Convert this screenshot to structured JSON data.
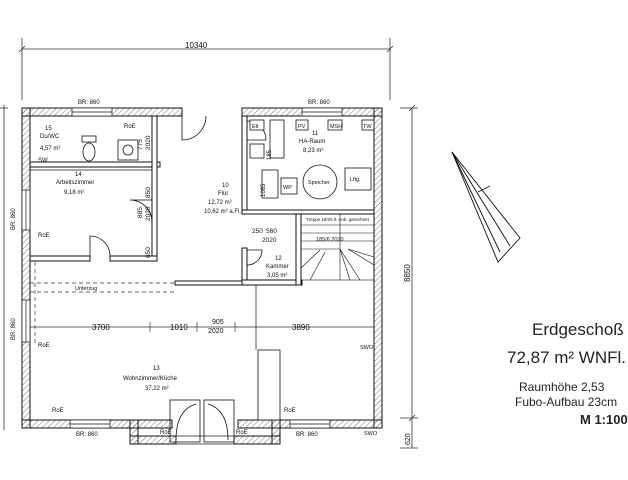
{
  "plan": {
    "overall_width": "10340",
    "overall_height": "8850",
    "bottom_offset": "620",
    "rooms": {
      "dusche": {
        "num": "15",
        "name": "Du/WC",
        "area": "4,57 m²"
      },
      "arbeit": {
        "num": "14",
        "name": "Arbeitszimmer",
        "area": "9,18 m²"
      },
      "flur": {
        "num": "10",
        "name": "Flur",
        "area": "12,72 m²",
        "area2": "10,62 m² a.Fl."
      },
      "hwr": {
        "num": "11",
        "name": "HA-Raum",
        "area": "8,23 m²"
      },
      "kammer": {
        "num": "12",
        "name": "Kammer",
        "area": "3,05 m²"
      },
      "wohnen": {
        "num": "13",
        "name": "Wohnzimmer/Küche",
        "area": "37,22 m²"
      }
    },
    "labels": {
      "br860": "BR: 860",
      "roe": "RoE",
      "elt": "Elt",
      "pv": "PV",
      "msh": "MSH",
      "tw": "TW",
      "wp": "WP",
      "speicher": "Speicher",
      "lueftung": "Lftg.",
      "stair_note": "Treppe 18/25 lt. Anb. gerechnet",
      "unterzug": "Unterzug",
      "swo": "SWO",
      "dim_3700": "3700",
      "dim_1010": "1010",
      "dim_3890": "3890",
      "door_905": "905",
      "door_2020": "2020",
      "door_885": "885",
      "door_250": "250",
      "door_560": "560",
      "door_185": "185",
      "door_650": "650",
      "door_1085": "1085",
      "door_775": "775"
    }
  },
  "info": {
    "title": "Erdgeschoß",
    "area": "72,87 m² WNFl.",
    "line1": "Raumhöhe 2,53",
    "line2": "Fubo-Aufbau 23cm",
    "scale": "M 1:100"
  }
}
